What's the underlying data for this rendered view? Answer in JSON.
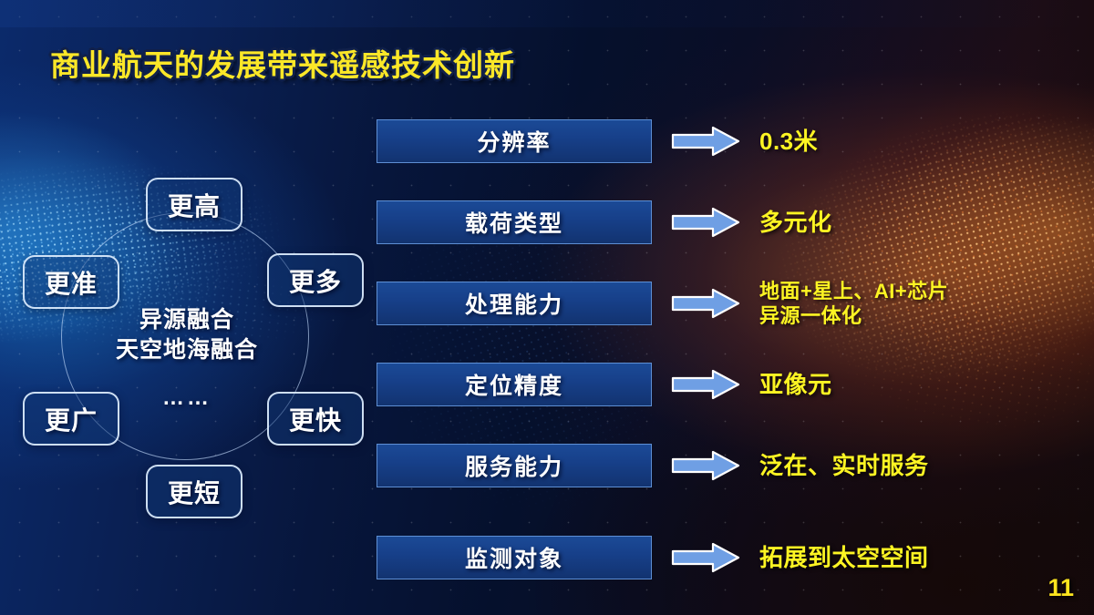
{
  "slide": {
    "title": "商业航天的发展带来遥感技术创新",
    "page_number": "11",
    "accent_yellow": "#fbe728",
    "box_blue": "#17408a",
    "arrow_blue": "#6f9fe4"
  },
  "circle_diagram": {
    "center_line1": "异源融合",
    "center_line2": "天空地海融合",
    "ellipsis": "……",
    "nodes": [
      {
        "label": "更高",
        "position": "top"
      },
      {
        "label": "更准",
        "position": "upper-left"
      },
      {
        "label": "更多",
        "position": "upper-right"
      },
      {
        "label": "更广",
        "position": "lower-left"
      },
      {
        "label": "更快",
        "position": "lower-right"
      },
      {
        "label": "更短",
        "position": "bottom"
      }
    ]
  },
  "rows": [
    {
      "category": "分辨率",
      "value_line1": "0.3米",
      "value_line2": ""
    },
    {
      "category": "载荷类型",
      "value_line1": "多元化",
      "value_line2": ""
    },
    {
      "category": "处理能力",
      "value_line1": "地面+星上、AI+芯片",
      "value_line2": "异源一体化"
    },
    {
      "category": "定位精度",
      "value_line1": "亚像元",
      "value_line2": ""
    },
    {
      "category": "服务能力",
      "value_line1": "泛在、实时服务",
      "value_line2": ""
    },
    {
      "category": "监测对象",
      "value_line1": "拓展到太空空间",
      "value_line2": ""
    }
  ]
}
